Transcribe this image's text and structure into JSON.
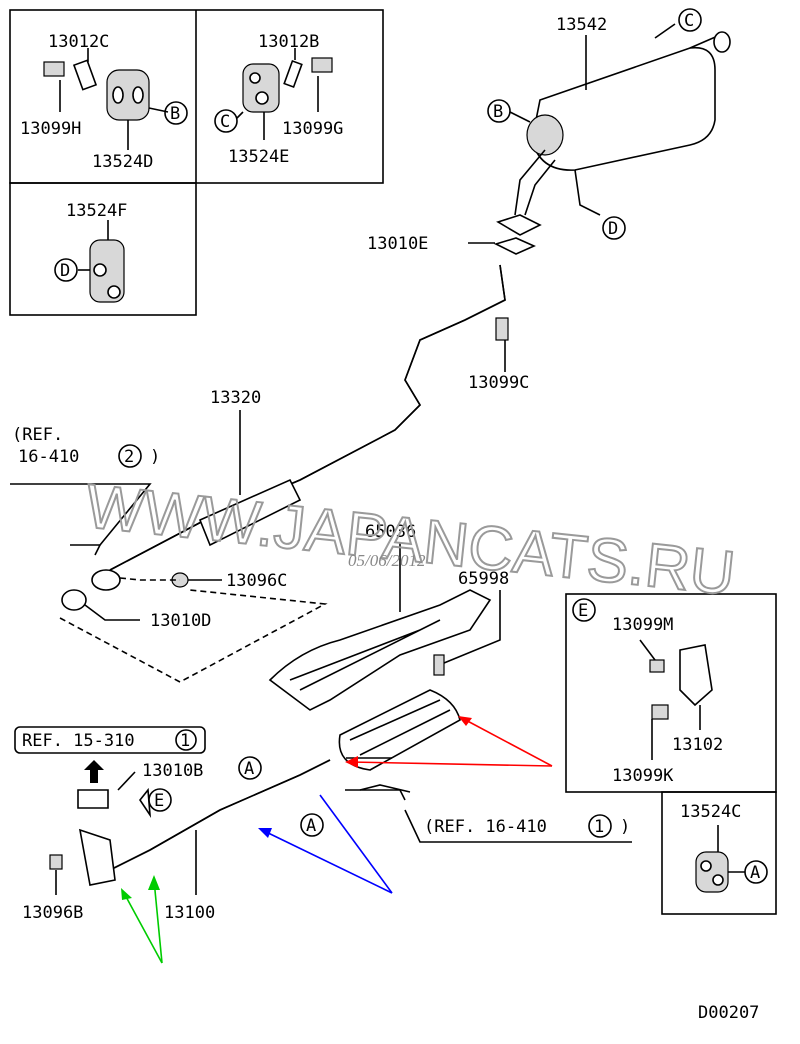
{
  "diagram_code": "D00207",
  "watermark": "WWW.JAPANCATS.RU",
  "watermark_date": "05/06/2012",
  "detail_boxes": [
    {
      "parts": [
        "13012C",
        "13099H",
        "13524D"
      ],
      "callout": "B"
    },
    {
      "parts": [
        "13012B",
        "13524E",
        "13099G"
      ],
      "callout": "C"
    },
    {
      "parts": [
        "13524F"
      ],
      "callout": "D"
    },
    {
      "parts": [
        "13099M",
        "13102",
        "13099K"
      ],
      "callout": "E"
    },
    {
      "parts": [
        "13524C"
      ],
      "callout": "A"
    }
  ],
  "labels": {
    "p13542": "13542",
    "p13010E": "13010E",
    "p13099C": "13099C",
    "p13320": "13320",
    "p13096C": "13096C",
    "p13010D": "13010D",
    "p65036": "65036",
    "p65998": "65998",
    "p13010B": "13010B",
    "p13096B": "13096B",
    "p13100": "13100"
  },
  "refs": {
    "ref_16_410_2_a": "(REF.",
    "ref_16_410_2_b": "16-410",
    "ref_16_410_2_num": "2",
    "ref_15_310": "REF. 15-310",
    "ref_15_310_num": "1",
    "ref_16_410_1": "(REF. 16-410",
    "ref_16_410_1_num": "1"
  },
  "callouts": {
    "A": "A",
    "B": "B",
    "C": "C",
    "D": "D",
    "E": "E"
  },
  "arrow_colors": {
    "red": "#ff0000",
    "blue": "#0000ff",
    "green": "#00cc00"
  }
}
